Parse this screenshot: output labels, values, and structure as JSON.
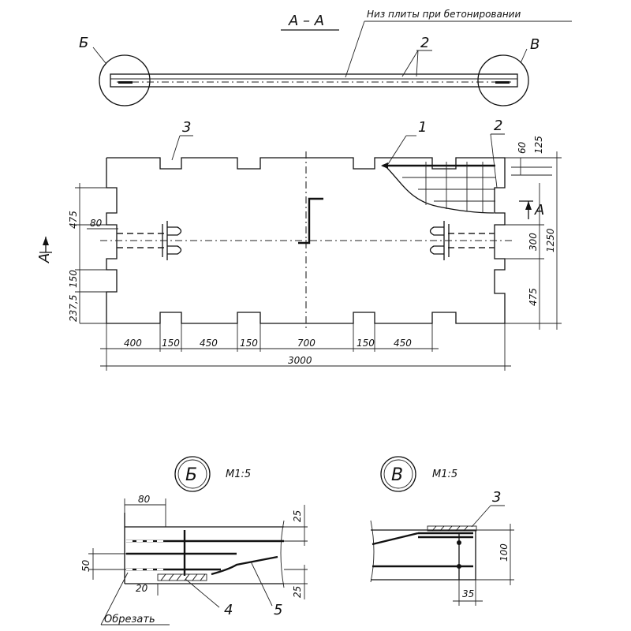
{
  "section_title": "А – А",
  "bottom_note": "Низ плиты при бетонировании",
  "callouts": {
    "b": "Б",
    "v": "В",
    "one": "1",
    "two": "2",
    "three": "3",
    "four": "4",
    "five": "5",
    "a_mark": "А"
  },
  "plan_dims": {
    "bottom": [
      "400",
      "150",
      "450",
      "150",
      "700",
      "150",
      "450"
    ],
    "total": "3000",
    "right_top": [
      "60",
      "125"
    ],
    "right": [
      "300",
      "1250",
      "475"
    ],
    "left": [
      "475",
      "80",
      "150",
      "237,5"
    ]
  },
  "detail_b": {
    "label": "Б",
    "scale": "М1:5",
    "dims": [
      "80",
      "25",
      "50",
      "20",
      "25"
    ],
    "cut_note": "Обрезать"
  },
  "detail_v": {
    "label": "В",
    "scale": "М1:5",
    "dims": [
      "100",
      "35"
    ]
  }
}
